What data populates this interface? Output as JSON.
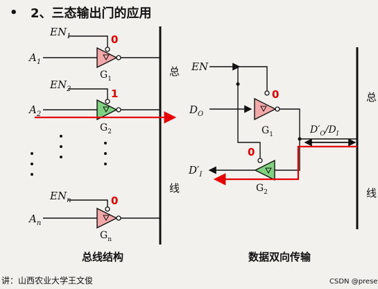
{
  "header": {
    "bullet": "•",
    "title": "2、三态输出门的应用"
  },
  "left": {
    "gates": [
      {
        "en": "EN",
        "en_sub": "1",
        "in": "A",
        "in_sub": "1",
        "g": "G",
        "g_sub": "1",
        "state": "0",
        "enabled": false
      },
      {
        "en": "EN",
        "en_sub": "2",
        "in": "A",
        "in_sub": "2",
        "g": "G",
        "g_sub": "2",
        "state": "1",
        "enabled": true
      },
      {
        "en": "EN",
        "en_sub": "n",
        "in": "A",
        "in_sub": "n",
        "g": "G",
        "g_sub": "n",
        "state": "0",
        "enabled": false
      }
    ],
    "bus_label_top": "总",
    "bus_label_bottom": "线",
    "caption": "总线结构"
  },
  "right": {
    "en": "EN",
    "do": "D",
    "do_sub": "O",
    "g1": "G",
    "g1_sub": "1",
    "g1_state": "0",
    "g2": "G",
    "g2_sub": "2",
    "g2_state": "0",
    "di": "D′",
    "di_sub": "I",
    "io_label": "D′",
    "io_sub1": "O",
    "io_mid": "/D",
    "io_sub2": "I",
    "bus_label_top": "总",
    "bus_label_bottom": "线",
    "caption": "数据双向传输"
  },
  "footer": {
    "left": "讲：山西农业大学王文俊",
    "right": "CSDN @present"
  },
  "colors": {
    "off_gate": "#f3a9a9",
    "on_gate": "#7fd27f",
    "arrow": "#e60000",
    "wire": "#111111"
  }
}
